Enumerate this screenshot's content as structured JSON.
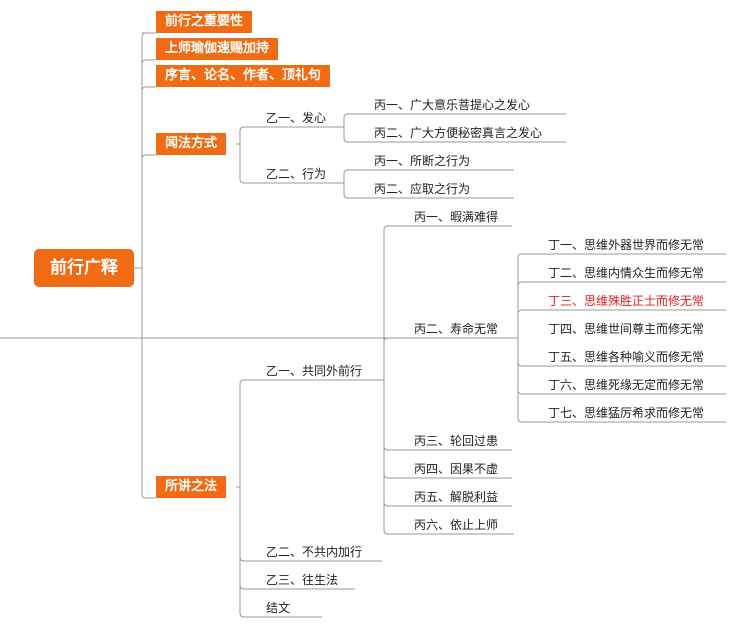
{
  "root": {
    "label": "前行广释"
  },
  "level1": [
    {
      "label": "前行之重要性"
    },
    {
      "label": "上师瑜伽速赐加持"
    },
    {
      "label": "序言、论名、作者、顶礼句"
    },
    {
      "label": "闻法方式"
    },
    {
      "label": "所讲之法"
    }
  ],
  "wenfa": [
    {
      "label": "乙一、发心",
      "children": [
        "丙一、广大意乐菩提心之发心",
        "丙二、广大方便秘密真言之发心"
      ]
    },
    {
      "label": "乙二、行为",
      "children": [
        "丙一、所断之行为",
        "丙二、应取之行为"
      ]
    }
  ],
  "suojiang": [
    {
      "label": "乙一、共同外前行"
    },
    {
      "label": "乙二、不共内加行"
    },
    {
      "label": "乙三、往生法"
    },
    {
      "label": "结文"
    }
  ],
  "gongtong": [
    "丙一、暇满难得",
    "丙二、寿命无常",
    "丙三、轮回过患",
    "丙四、因果不虚",
    "丙五、解脱利益",
    "丙六、依止上师"
  ],
  "shouming": [
    "丁一、思维外器世界而修无常",
    "丁二、思维内情众生而修无常",
    "丁三、思维殊胜正士而修无常",
    "丁四、思维世间尊主而修无常",
    "丁五、思维各种喻义而修无常",
    "丁六、思维死缘无定而修无常",
    "丁七、思维猛厉希求而修无常"
  ],
  "colors": {
    "accent": "#f06b14",
    "highlight": "#e02020",
    "line": "#9a9a9a"
  }
}
